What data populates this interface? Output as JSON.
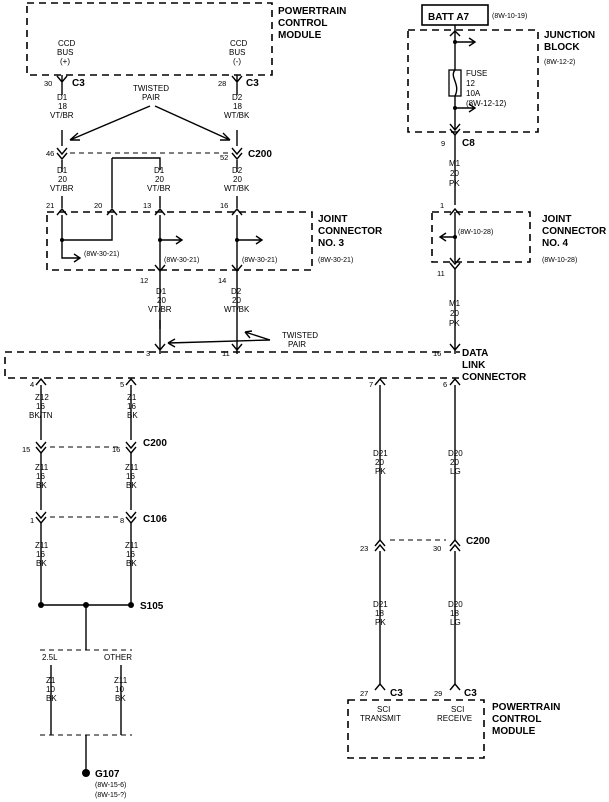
{
  "blocks": {
    "pcm_top": "POWERTRAIN CONTROL MODULE",
    "batt": "BATT A7",
    "batt_ref": "(8W-10-19)",
    "junction_block": "JUNCTION BLOCK",
    "junction_ref": "(8W-12-2)",
    "joint3": "JOINT CONNECTOR NO. 3",
    "joint3_ref": "(8W-30-21)",
    "joint4": "JOINT CONNECTOR NO. 4",
    "joint4_ref": "(8W-10-28)",
    "dlc": "DATA LINK CONNECTOR",
    "pcm_bottom": "POWERTRAIN CONTROL MODULE",
    "twisted_pair": "TWISTED PAIR",
    "twisted_pair2": "TWISTED PAIR"
  },
  "pcm_pins": {
    "ccd_pos": "CCD BUS (+)",
    "ccd_neg": "CCD BUS (-)",
    "c3": "C3",
    "pin30": "30",
    "pin28": "28"
  },
  "fuse": {
    "label": "FUSE",
    "num": "12",
    "amps": "10A",
    "ref": "(8W-12-12)"
  },
  "wires": {
    "d1_18": "D1 18 VT/BR",
    "d2_18": "WT/BK",
    "d2_18_top": "D2 18",
    "d1_20": "D1 20 VT/BR",
    "d2_20": "D2 20 WT/BK",
    "m1_20": "M1 20 PK",
    "z12": "Z12 16 BK/TN",
    "z1": "Z1 16 BK",
    "z11": "Z11 16 BK",
    "z1_10": "Z1 10 BK",
    "z11_10": "Z11 10 BK",
    "d21_20": "D21 20 PK",
    "d20_20": "D20 20 LG",
    "d21_18": "D21 18 PK",
    "d20_18": "D20 18 LG"
  },
  "connectors": {
    "c200": "C200",
    "c8": "C8",
    "c106": "C106",
    "s105": "S105",
    "g107": "G107",
    "g107_ref1": "(8W-15-6)",
    "g107_ref2": "(8W-15-?)"
  },
  "pins": {
    "p46": "46",
    "p52": "52",
    "p21": "21",
    "p20": "20",
    "p13": "13",
    "p16": "16",
    "p12": "12",
    "p14": "14",
    "p3": "3",
    "p11": "11",
    "p16b": "16",
    "p4": "4",
    "p5": "5",
    "p7": "7",
    "p6": "6",
    "p15": "15",
    "p16c": "16",
    "p1": "1",
    "p8": "8",
    "p23": "23",
    "p30": "30",
    "p27": "27",
    "p29": "29",
    "p9": "9",
    "p1b": "1",
    "p11b": "11"
  },
  "refs": {
    "r30_21": "(8W-30-21)",
    "r10_28": "(8W-10-28)"
  },
  "splits": {
    "s25": "2.5L",
    "other": "OTHER"
  },
  "sci": {
    "transmit": "SCI TRANSMIT",
    "receive": "SCI RECEIVE"
  }
}
